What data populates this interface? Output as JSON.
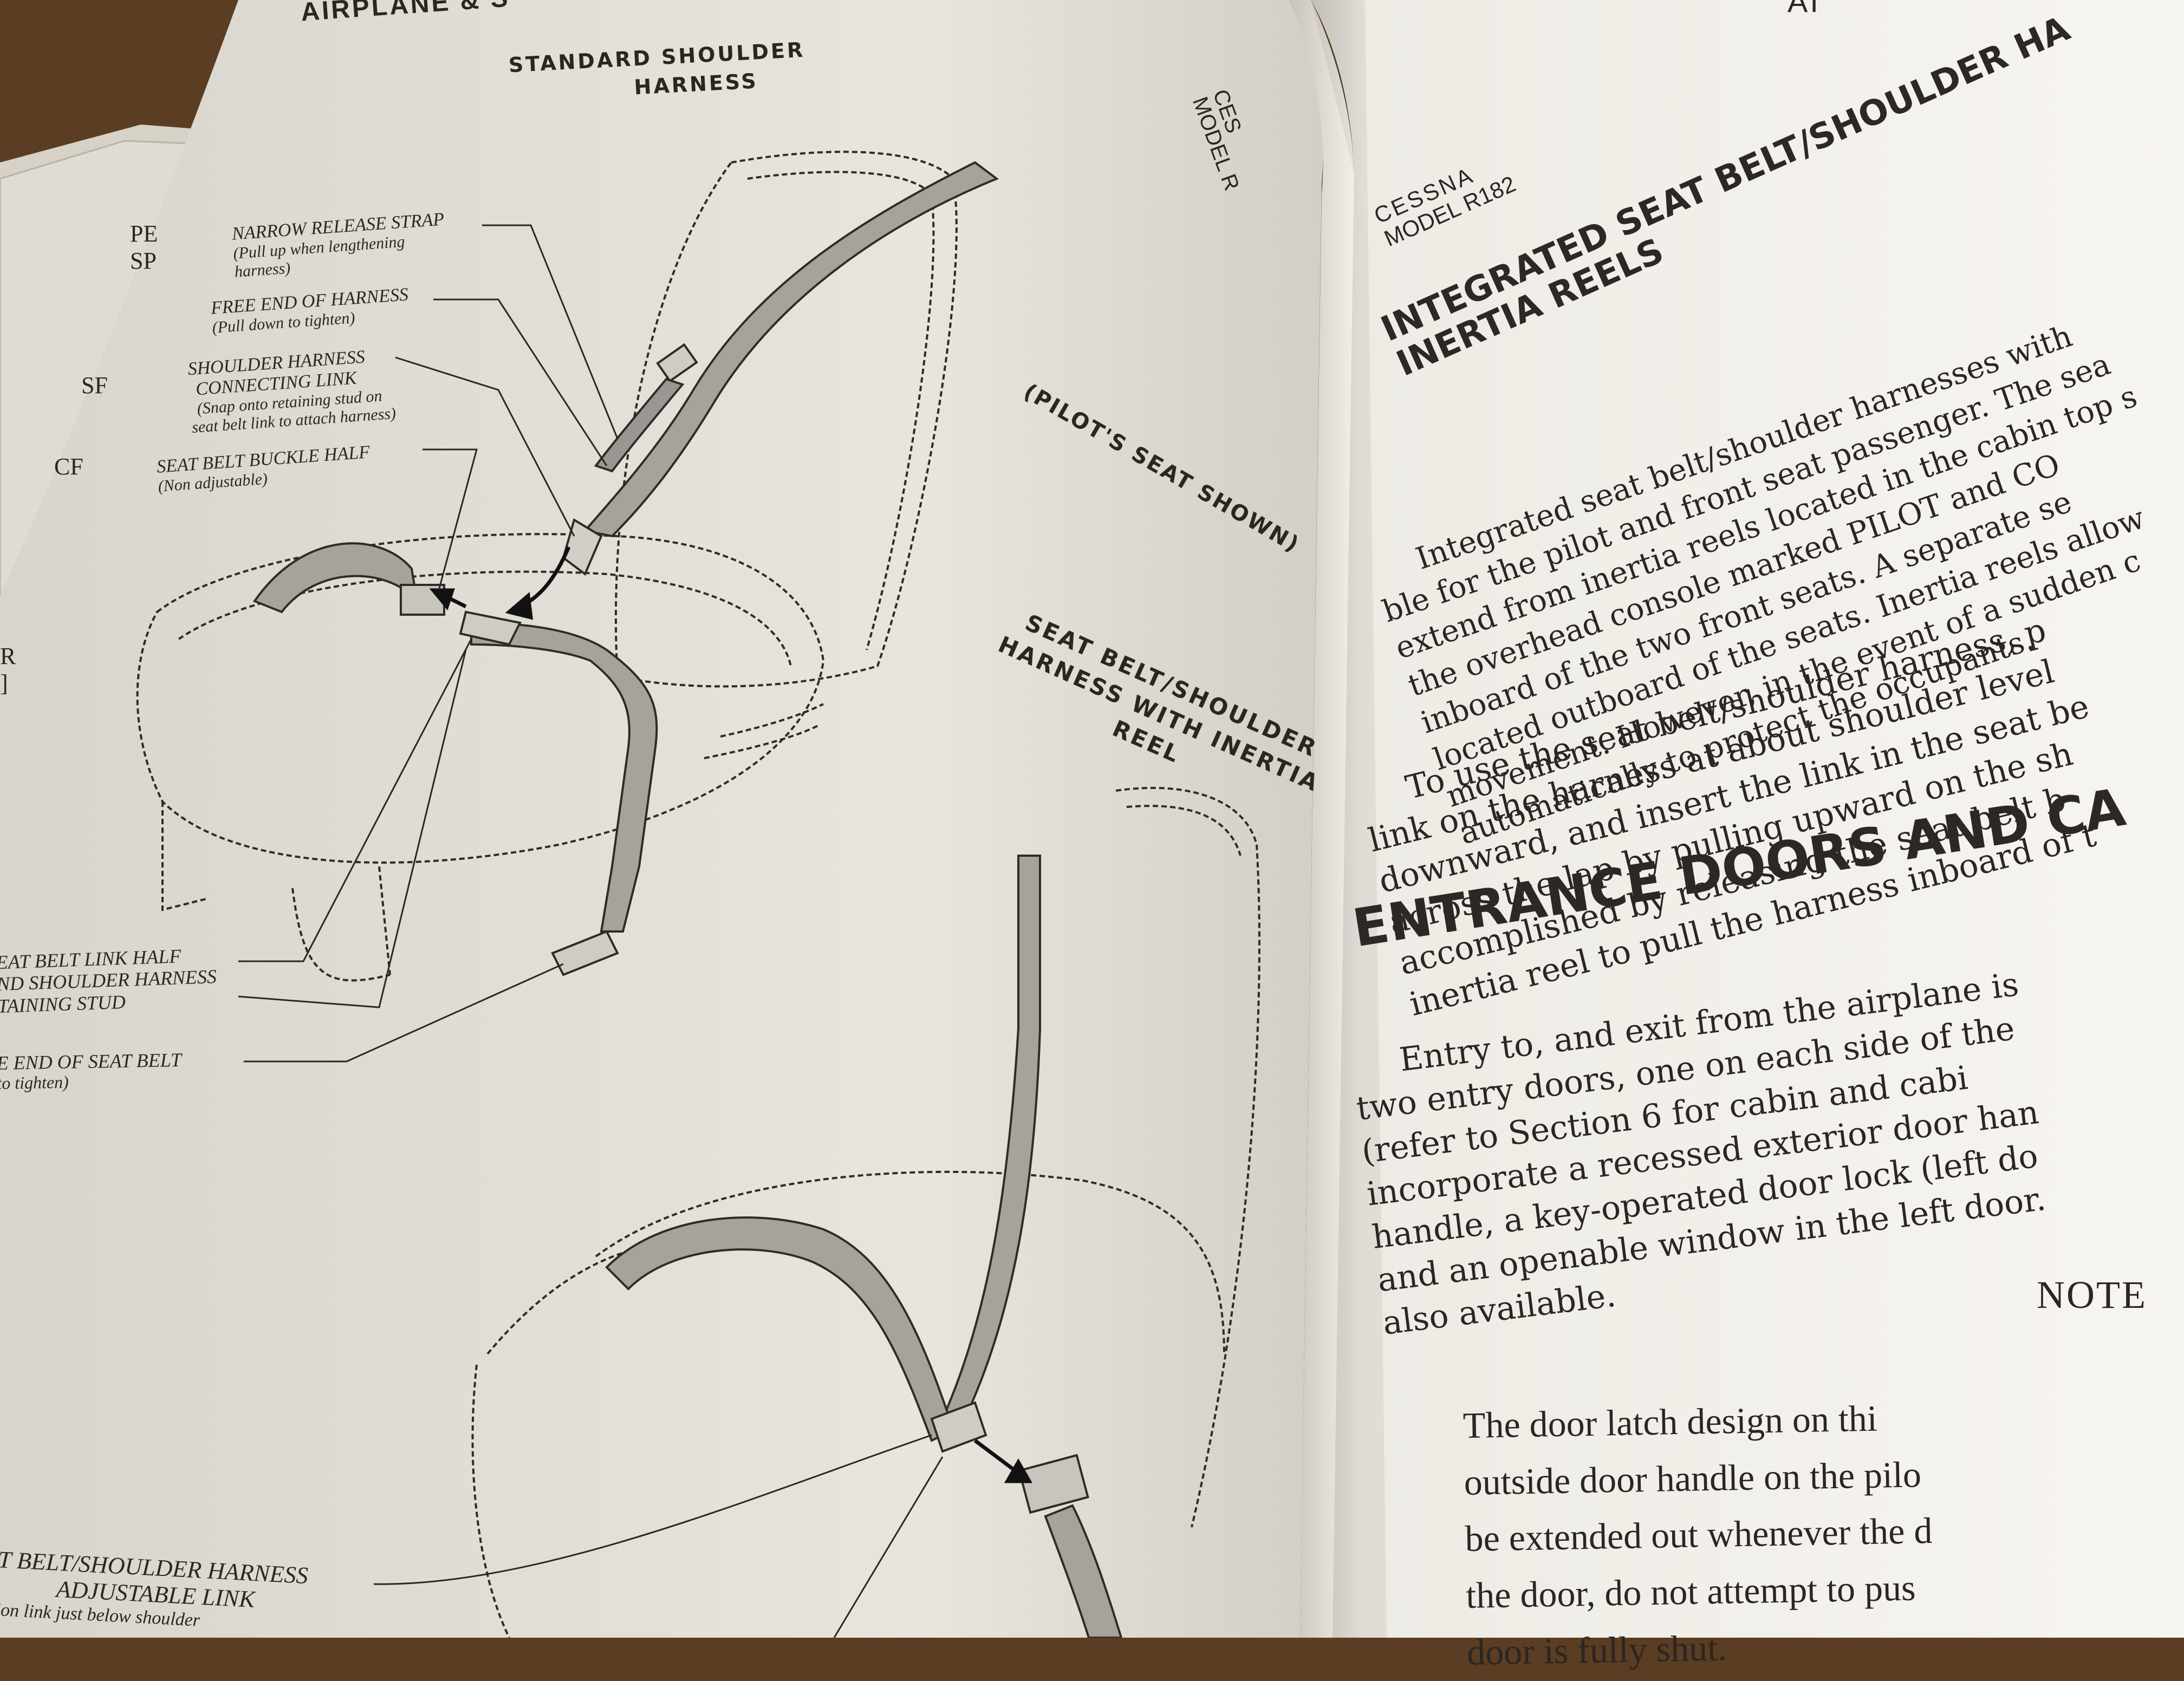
{
  "colors": {
    "table": "#5a3d22",
    "page_left": "#e9e6df",
    "page_right": "#f4f2ed",
    "ink": "#2a2622",
    "strap": "#9a9792"
  },
  "left_page": {
    "running_header": "AIRPLANE & S",
    "model_header_line1": "CES",
    "model_header_line2": "MODEL R",
    "under_page_fragments": [
      "PE",
      "SP",
      "SF",
      "CF",
      "R",
      "]"
    ],
    "figure_title": [
      "STANDARD SHOULDER",
      "HARNESS"
    ],
    "callouts": [
      {
        "title": "NARROW RELEASE STRAP",
        "sub": [
          "(Pull up when lengthening",
          "harness)"
        ]
      },
      {
        "title": "FREE END OF HARNESS",
        "sub": [
          "(Pull down to tighten)"
        ]
      },
      {
        "title": "SHOULDER HARNESS",
        "title2": "CONNECTING LINK",
        "sub": [
          "(Snap onto retaining stud on",
          "seat belt link to attach harness)"
        ]
      },
      {
        "title": "SEAT BELT BUCKLE HALF",
        "sub": [
          "(Non adjustable)"
        ]
      },
      {
        "title": "EAT BELT LINK HALF",
        "title2": "ND SHOULDER HARNESS",
        "title3": "TAINING STUD"
      },
      {
        "title": "E END OF SEAT BELT",
        "sub": [
          "to tighten)"
        ]
      },
      {
        "title": "T BELT/SHOULDER HARNESS",
        "title2": "ADJUSTABLE LINK",
        "sub": [
          "ion link just below shoulder"
        ]
      }
    ],
    "pilot_seat_label": "(PILOT'S SEAT SHOWN)",
    "inertia_label": [
      "SEAT BELT/SHOULDER",
      "HARNESS WITH INERTIA",
      "REEL"
    ]
  },
  "right_page": {
    "header_right": "AI",
    "model_line1": "CESSNA",
    "model_line2": "MODEL R182",
    "section_heading": [
      "INTEGRATED SEAT BELT/SHOULDER HA",
      "INERTIA REELS"
    ],
    "para1": [
      "Integrated seat belt/shoulder harnesses with",
      "ble for the pilot and front seat passenger. The sea",
      "extend from inertia reels located in the cabin top s",
      "the overhead console marked PILOT and CO",
      "inboard of the two front seats. A separate se",
      "located outboard of the seats. Inertia reels allow",
      "movement. However, in the event of a sudden c",
      "automatically to protect the occupants."
    ],
    "para2": [
      "To use the seat belt/shoulder harness, p",
      "link on the harness at about shoulder level",
      "downward, and insert the link in the seat be",
      "across the lap by pulling upward on the sh",
      "accomplished by releasing the seat belt b",
      "inertia reel to pull the harness inboard of t"
    ],
    "heading2": "ENTRANCE DOORS AND CA",
    "para3": [
      "Entry to, and exit from the airplane is",
      "two entry doors, one on each side of the",
      "(refer to Section 6 for cabin and cabi",
      "incorporate a recessed exterior door han",
      "handle, a key-operated door lock (left do",
      "and an openable window in the left door.",
      "also available."
    ],
    "note_title": "NOTE",
    "note_text": [
      "The door latch design on thi",
      "outside door handle on the pilo",
      "be extended out whenever the d",
      "the door, do not attempt to pus",
      "door is fully shut."
    ]
  }
}
